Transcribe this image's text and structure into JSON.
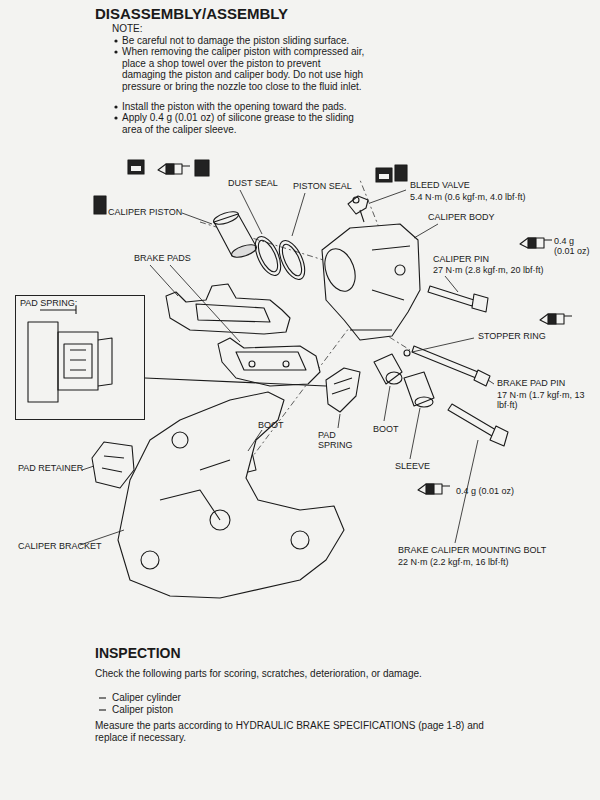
{
  "diagram": {
    "title": "DISASSEMBLY/ASSEMBLY",
    "nodes": [
      {
        "text": [
          "PAD SPRING:"
        ]
      }
    ],
    "labels": [
      "NOTE:",
      "Be careful not to damage the piston sliding surface.",
      "When removing the caliper piston with compressed air, place a shop towel over the piston to prevent damaging the piston and caliper body. Do not use high pressure or bring the nozzle too close to the fluid inlet.",
      "Install the piston with the opening toward the pads.",
      "Apply 0.4 g (0.01 oz) of silicone grease to the sliding area of the caliper sleeve.",
      "DUST SEAL",
      "PISTON SEAL",
      "BLEED VALVE",
      "5.4 N·m (0.6 kgf·m, 4.0 lbf·ft)",
      "CALIPER PISTON",
      "CALIPER BODY",
      "CALIPER PIN",
      "0.4 g (0.01 oz)",
      "27 N·m (2.8 kgf·m, 20 lbf·ft)",
      "BRAKE PADS",
      "STOPPER RING",
      "BRAKE PAD PIN",
      "17 N·m (1.7 kgf·m, 13 lbf·ft)",
      "BOOT",
      "PAD SPRING",
      "BOOT",
      "PAD RETAINER",
      "SLEEVE",
      "0.4 g (0.01 oz)",
      "CALIPER BRACKET",
      "BRAKE CALIPER MOUNTING BOLT",
      "22 N·m (2.2 kgf·m, 16 lbf·ft)",
      "INSPECTION",
      "Check the following parts for scoring, scratches, deterioration, or damage.",
      "Caliper cylinder",
      "Caliper piston",
      "Measure the parts according to HYDRAULIC BRAKE SPECIFICATIONS (page 1-8) and replace if necessary."
    ]
  }
}
